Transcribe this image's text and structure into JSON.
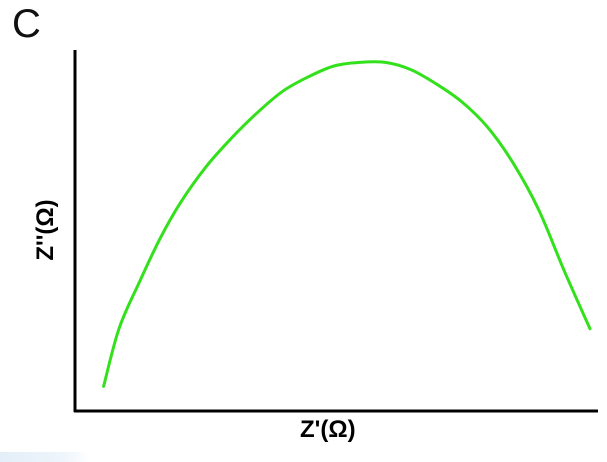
{
  "panel_label": "C",
  "chart_data": {
    "type": "line",
    "title": "",
    "xlabel": "Z'(Ω)",
    "ylabel": "Z''(Ω)",
    "x_ticks": [],
    "y_ticks": [],
    "grid": false,
    "legend": "none",
    "xlim": [
      0,
      100
    ],
    "ylim": [
      0,
      100
    ],
    "series": [
      {
        "color": "#33e01c",
        "x": [
          5,
          8,
          12,
          16,
          20,
          25,
          30,
          35,
          40,
          45,
          50,
          55,
          60,
          65,
          70,
          75,
          80,
          85,
          90,
          95,
          100
        ],
        "y": [
          6,
          22,
          35,
          47,
          57,
          67,
          75,
          82,
          88,
          92,
          95,
          96,
          96,
          94,
          90,
          85,
          78,
          68,
          55,
          38,
          22
        ]
      }
    ]
  }
}
